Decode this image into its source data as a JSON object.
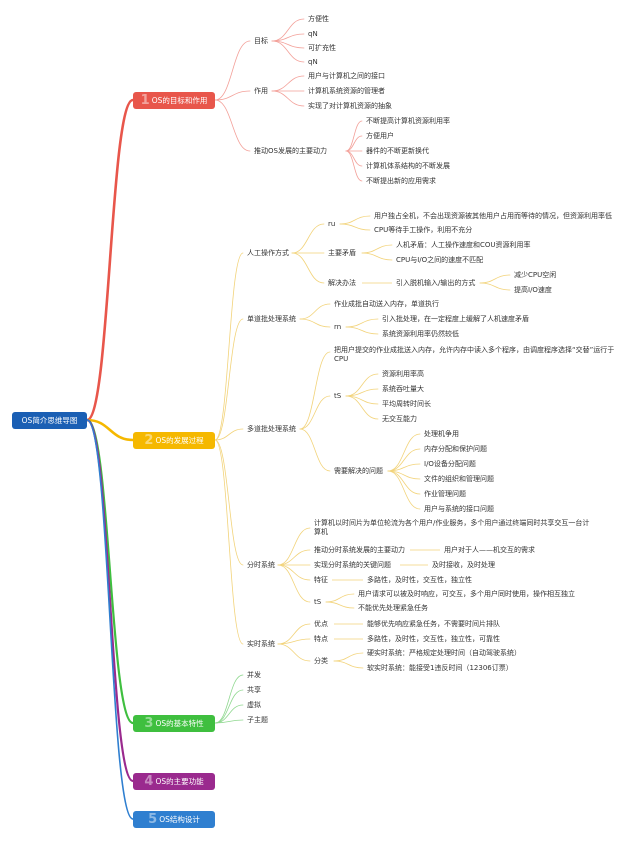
{
  "root": "OS简介思维导图",
  "colors": {
    "root": "#1a5fb4",
    "b1": "#e8564b",
    "b2": "#f5b800",
    "b3": "#3fbf3f",
    "b4": "#9a2a8e",
    "b5": "#2f7fd0"
  },
  "b1": {
    "num": "1",
    "label": "OS的目标和作用",
    "goal": {
      "label": "目标",
      "items": [
        "方便性",
        "qN",
        "可扩充性",
        "qN"
      ]
    },
    "role": {
      "label": "作用",
      "items": [
        "用户与计算机之间的接口",
        "计算机系统资源的管理者",
        "实现了对计算机资源的抽象"
      ]
    },
    "drive": {
      "label": "推动OS发展的主要动力",
      "items": [
        "不断提高计算机资源利用率",
        "方便用户",
        "器件的不断更新换代",
        "计算机体系结构的不断发展",
        "不断提出新的应用需求"
      ]
    }
  },
  "b2": {
    "num": "2",
    "label": "OS的发展过程",
    "manual": {
      "label": "人工操作方式",
      "ru": {
        "label": "ru",
        "items": [
          "用户独占全机，不会出现资源被其他用户占用而等待的情况，但资源利用率低",
          "CPU等待手工操作，利用不充分"
        ]
      },
      "conflict": {
        "label": "主要矛盾",
        "items": [
          "人机矛盾：人工操作速度和COU资源利用率",
          "CPU与I/O之间的速度不匹配"
        ]
      },
      "solution": {
        "label": "解决办法",
        "item": "引入脱机输入/输出的方式",
        "sub": [
          "减少CPU空闲",
          "提高I/O速度"
        ]
      }
    },
    "single": {
      "label": "单道批处理系统",
      "item": "作业成批自动送入内存，单道执行",
      "rn": {
        "label": "rn",
        "items": [
          "引入批处理，在一定程度上缓解了人机速度矛盾",
          "系统资源利用率仍然较低"
        ]
      }
    },
    "multi": {
      "label": "多道批处理系统",
      "item": "把用户提交的作业成批送入内存，允许内存中读入多个程序，由调度程序选择“交替”运行于CPU",
      "ts": {
        "label": "tS",
        "items": [
          "资源利用率高",
          "系统吞吐量大",
          "平均周转时间长",
          "无交互能力"
        ]
      },
      "issues": {
        "label": "需要解决的问题",
        "items": [
          "处理机争用",
          "内存分配和保护问题",
          "I/O设备分配问题",
          "文件的组织和管理问题",
          "作业管理问题",
          "用户与系统的接口问题"
        ]
      }
    },
    "timeshare": {
      "label": "分时系统",
      "desc": "计算机以时间片为单位轮流为各个用户/作业服务，多个用户通过终端同时共享交互一台计算机",
      "drive": {
        "label": "推动分时系统发展的主要动力",
        "value": "用户对于人——机交互的需求"
      },
      "key": {
        "label": "实现分时系统的关键问题",
        "value": "及时接收，及时处理"
      },
      "feature": {
        "label": "特征",
        "value": "多路性，及时性，交互性，独立性"
      },
      "ts": {
        "label": "tS",
        "items": [
          "用户请求可以被及时响应，可交互，多个用户同时使用，操作相互独立",
          "不能优先处理紧急任务"
        ]
      }
    },
    "realtime": {
      "label": "实时系统",
      "adv": {
        "label": "优点",
        "value": "能够优先响应紧急任务，不需要时间片排队"
      },
      "feature": {
        "label": "特点",
        "value": "多路性，及时性，交互性，独立性，可靠性"
      },
      "cls": {
        "label": "分类",
        "items": [
          "硬实时系统：严格规定处理时间（自动驾驶系统）",
          "软实时系统：能接受1违反时间（12306订票）"
        ]
      }
    }
  },
  "b3": {
    "num": "3",
    "label": "OS的基本特性",
    "items": [
      "并发",
      "共享",
      "虚拟",
      "子主题"
    ]
  },
  "b4": {
    "num": "4",
    "label": "OS的主要功能"
  },
  "b5": {
    "num": "5",
    "label": "OS结构设计"
  }
}
